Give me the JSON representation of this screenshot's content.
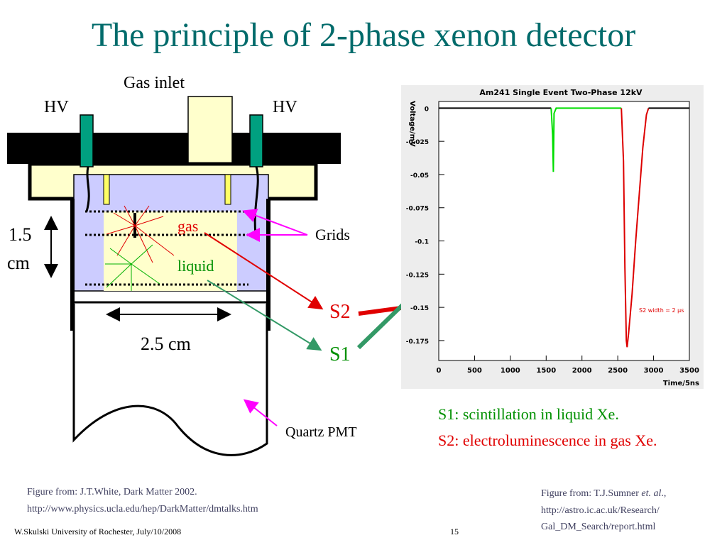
{
  "slide": {
    "title": "The principle of 2-phase xenon detector",
    "footer_left": "W.Skulski  University of Rochester, July/10/2008",
    "page_number": "15"
  },
  "diagram": {
    "gas_inlet_label": "Gas inlet",
    "hv_left_label": "HV",
    "hv_right_label": "HV",
    "height_label_1": "1.5",
    "height_label_2": "cm",
    "width_label": "2.5 cm",
    "gas_label": "gas",
    "liquid_label": "liquid",
    "grids_label": "Grids",
    "s2_label": "S2",
    "s1_label": "S1",
    "pmt_label": "Quartz PMT",
    "colors": {
      "cryostat_black": "#000000",
      "cream": "#ffffcc",
      "lavender": "#ccccff",
      "hv_green": "#00a080",
      "s2_red": "#e00000",
      "s1_green": "#339966",
      "grid_arrow_magenta": "#ff00ff"
    }
  },
  "caption": {
    "s1_text": "S1: scintillation in liquid Xe.",
    "s2_text": "S2: electroluminescence in gas Xe.",
    "credit_left_1": "Figure from: J.T.White, Dark Matter 2002.",
    "credit_left_2": "http://www.physics.ucla.edu/hep/DarkMatter/dmtalks.htm",
    "credit_right_1": "Figure from: T.J.Sumner ",
    "credit_right_1_em": "et. al",
    "credit_right_1_end": ".,",
    "credit_right_2": "http://astro.ic.ac.uk/Research/",
    "credit_right_3": "Gal_DM_Search/report.html"
  },
  "chart_data": {
    "type": "line",
    "title": "Am241 Single Event Two-Phase 12kV",
    "xlabel": "Time/5ns",
    "ylabel": "Voltage/mV",
    "xlim": [
      0,
      3500
    ],
    "ylim": [
      -0.19,
      0.005
    ],
    "x_ticks": [
      0,
      500,
      1000,
      1500,
      2000,
      2500,
      3000,
      3500
    ],
    "y_ticks": [
      0,
      -0.025,
      -0.05,
      -0.075,
      -0.1,
      -0.125,
      -0.15,
      -0.175
    ],
    "y_tick_labels": [
      "0",
      "-0.025",
      "-0.05",
      "-0.075",
      "-0.1",
      "-0.125",
      "-0.15",
      "-0.175"
    ],
    "annotation": "S2 width = 2 μs",
    "series": [
      {
        "color": "#000000",
        "points": [
          [
            0,
            0
          ],
          [
            200,
            0
          ],
          [
            400,
            0
          ],
          [
            600,
            0
          ],
          [
            800,
            0
          ],
          [
            1000,
            0
          ],
          [
            1200,
            0
          ],
          [
            1400,
            0
          ],
          [
            1570,
            0
          ]
        ]
      },
      {
        "color": "#00dd00",
        "points": [
          [
            1570,
            0
          ],
          [
            1590,
            -0.02
          ],
          [
            1600,
            -0.048
          ],
          [
            1610,
            -0.004
          ],
          [
            1640,
            0
          ],
          [
            1800,
            0
          ],
          [
            2000,
            0
          ],
          [
            2200,
            0
          ],
          [
            2400,
            0
          ],
          [
            2550,
            0
          ]
        ]
      },
      {
        "color": "#dd0000",
        "points": [
          [
            2550,
            0
          ],
          [
            2580,
            -0.04
          ],
          [
            2600,
            -0.12
          ],
          [
            2620,
            -0.175
          ],
          [
            2630,
            -0.18
          ],
          [
            2650,
            -0.17
          ],
          [
            2700,
            -0.14
          ],
          [
            2750,
            -0.1
          ],
          [
            2800,
            -0.065
          ],
          [
            2850,
            -0.03
          ],
          [
            2900,
            -0.005
          ],
          [
            2930,
            0
          ]
        ]
      },
      {
        "color": "#000000",
        "points": [
          [
            2930,
            0
          ],
          [
            3100,
            0
          ],
          [
            3300,
            0
          ],
          [
            3500,
            0
          ]
        ]
      }
    ]
  }
}
